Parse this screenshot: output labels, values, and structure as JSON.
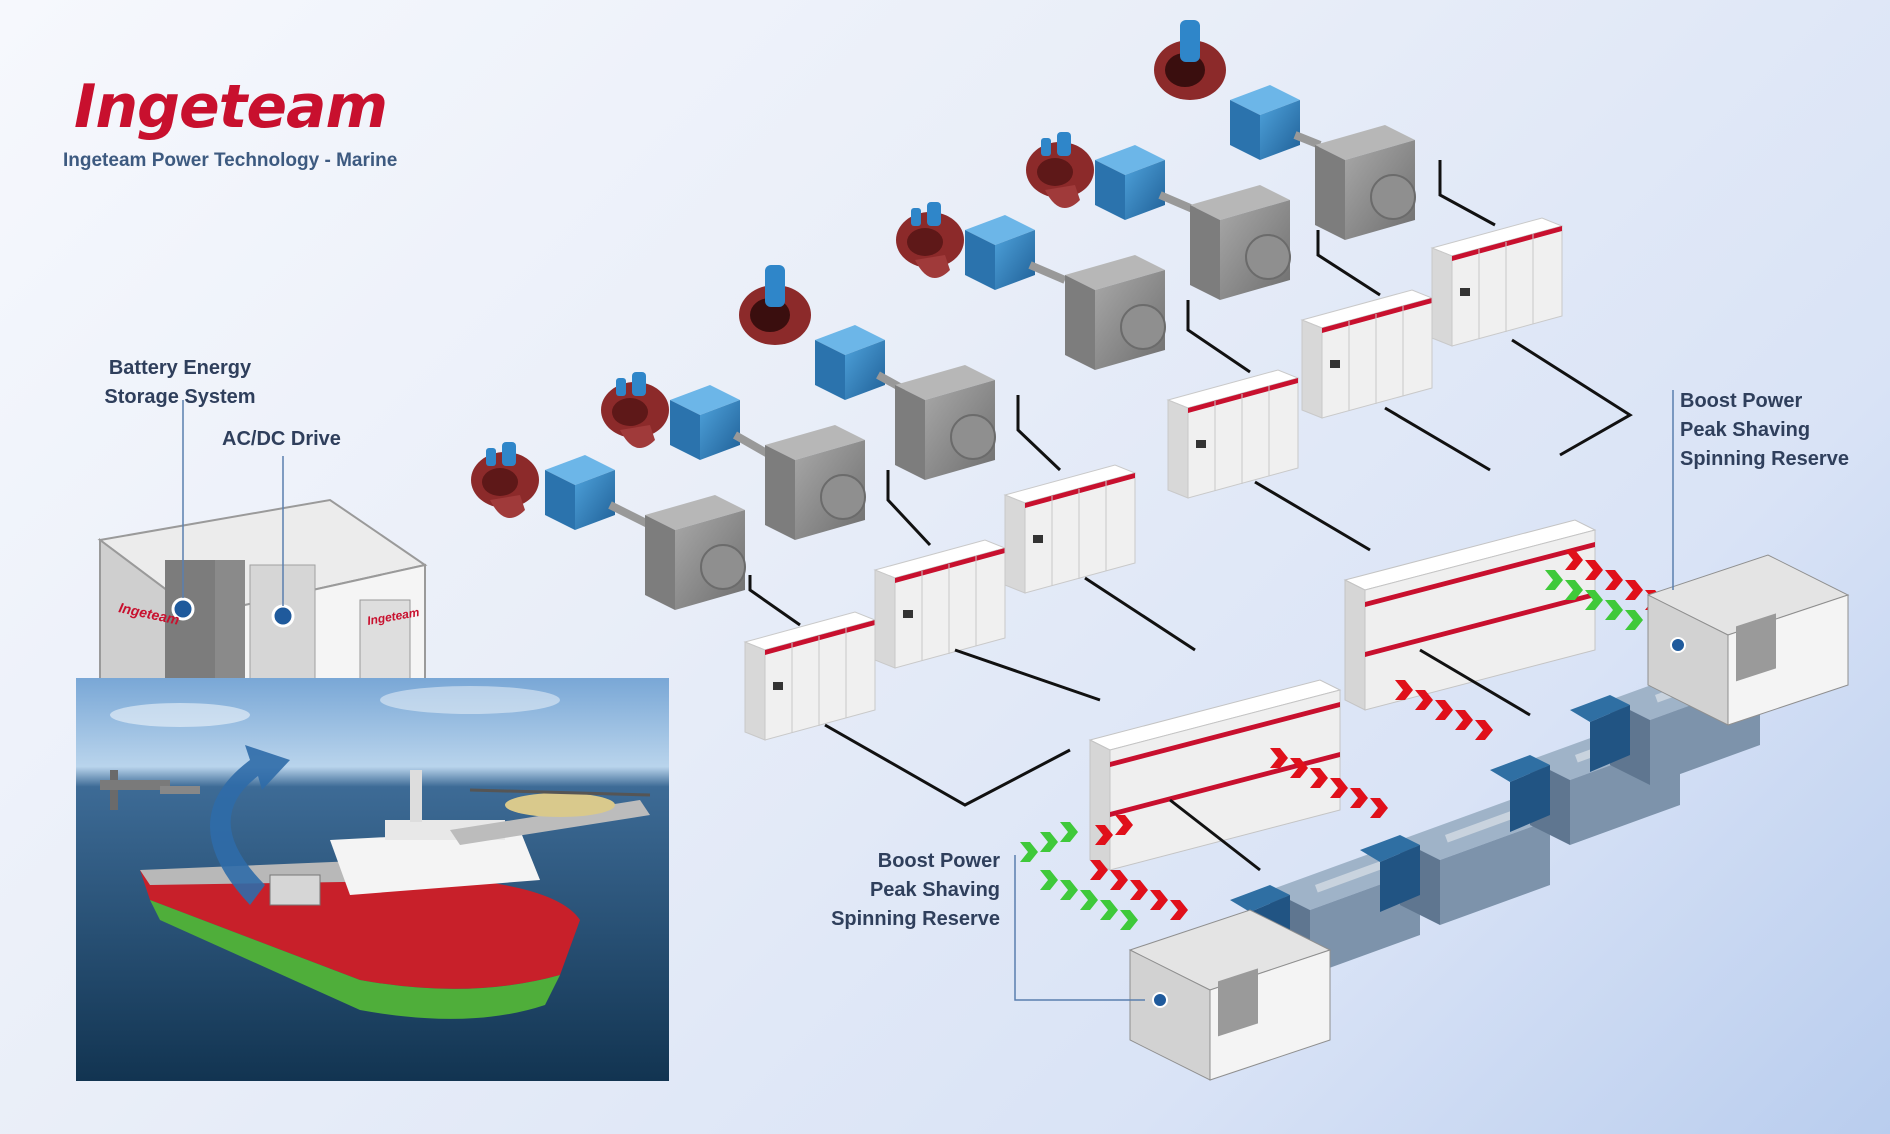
{
  "brand": {
    "logo_text": "Ingeteam",
    "subtitle": "Ingeteam Power Technology  - Marine",
    "accent_color": "#c8102e",
    "subtitle_color": "#3d5a80"
  },
  "labels": {
    "bess_line1": "Battery Energy",
    "bess_line2": "Storage System",
    "drive": "AC/DC Drive",
    "right_block": [
      "Boost Power",
      "Peak Shaving",
      "Spinning Reserve"
    ],
    "bottom_block": [
      "Boost Power",
      "Peak Shaving",
      "Spinning Reserve"
    ]
  },
  "equipment_text": {
    "container_brand": "Ingeteam"
  },
  "colors": {
    "discharge_arrow": "#e0101a",
    "charge_arrow": "#3fc93a",
    "thruster_housing": "#8c2a2a",
    "gearbox": "#2f86c9",
    "motor": "#8a8a8a",
    "cabinet": "#f2f2f2",
    "cable": "#111111",
    "ship_hull_red": "#c8202a",
    "ship_hull_green": "#4fae3a"
  }
}
